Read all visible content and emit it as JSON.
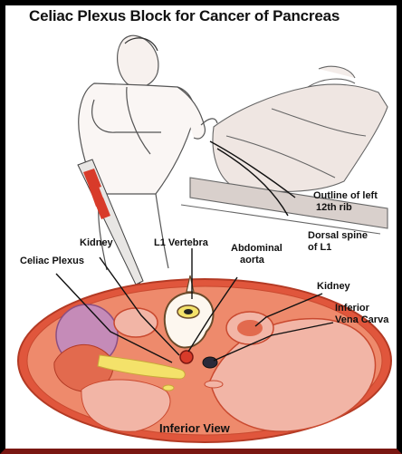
{
  "title": "Celiac Plexus Block for Cancer of Pancreas",
  "labels": {
    "outline_rib": "Outline of left",
    "outline_rib_2": "12th rib",
    "dorsal_spine": "Dorsal spine",
    "dorsal_spine_2": "of L1",
    "kidney_left": "Kidney",
    "l1_vertebra": "L1 Vertebra",
    "abdominal_aorta": "Abdominal",
    "abdominal_aorta_2": "aorta",
    "celiac_plexus": "Celiac Plexus",
    "kidney_right": "Kidney",
    "inferior_vena_cava": "Inferior",
    "inferior_vena_cava_2": "Vena Carva",
    "inferior_view": "Inferior View"
  },
  "colors": {
    "tissue_red": "#e0563c",
    "tissue_pink": "#f2b5a6",
    "fat_yellow": "#f4e26a",
    "organ_purple": "#c58bb8"
  }
}
